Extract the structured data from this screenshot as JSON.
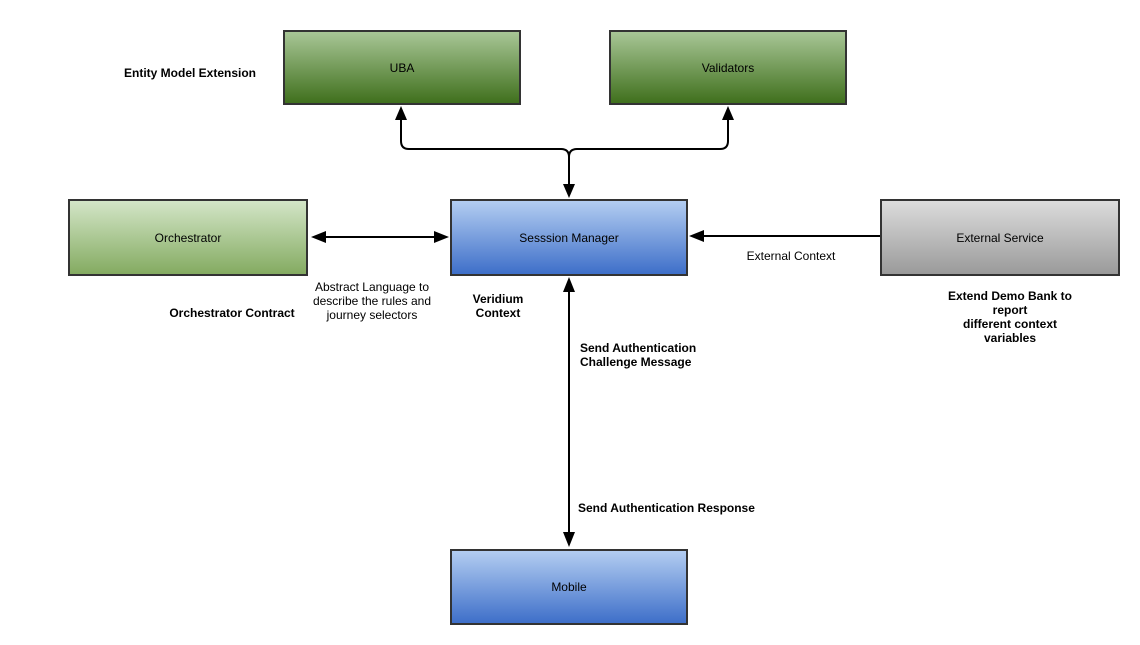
{
  "diagram": {
    "background": "#ffffff"
  },
  "colors": {
    "green_dark": {
      "top": "#a8c696",
      "bottom": "#40701d"
    },
    "green_light": {
      "top": "#d3e5c7",
      "bottom": "#84ab61"
    },
    "blue": {
      "top": "#b3cdf1",
      "bottom": "#3e6fc9"
    },
    "gray": {
      "top": "#dcdcdc",
      "bottom": "#9a9a9a"
    },
    "node_border": "#333333",
    "edge": "#000000"
  },
  "nodes": {
    "uba": {
      "label": "UBA"
    },
    "validators": {
      "label": "Validators"
    },
    "orchestrator": {
      "label": "Orchestrator"
    },
    "session_manager": {
      "label": "Sesssion Manager"
    },
    "external_service": {
      "label": "External Service"
    },
    "mobile": {
      "label": "Mobile"
    }
  },
  "annotations": {
    "entity_model_extension": "Entity Model Extension",
    "orchestrator_contract": "Orchestrator Contract",
    "abstract_language": "Abstract Language to\ndescribe the rules and\njourney selectors",
    "veridium_context": "Veridium\nContext",
    "external_context": "External Context",
    "extend_demo_bank": "Extend Demo Bank to report\ndifferent context variables",
    "send_auth_challenge": "Send Authentication\nChallenge Message",
    "send_auth_response": "Send Authentication Response"
  }
}
